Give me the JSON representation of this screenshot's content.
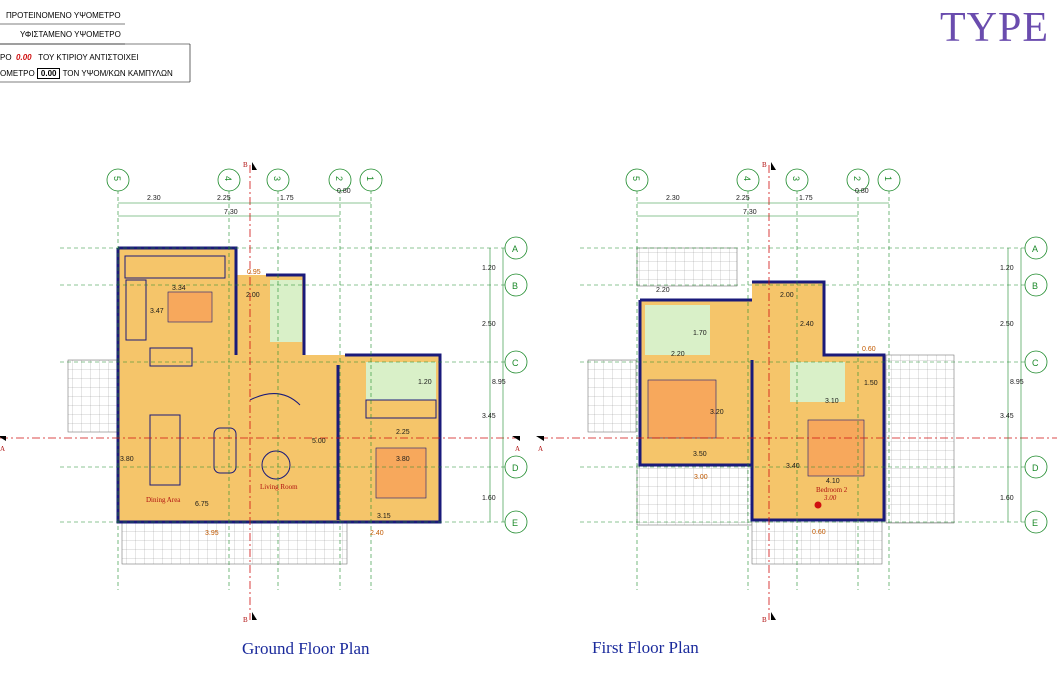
{
  "legend": {
    "line1": "ΠΡΟΤΕΙΝΟΜΕΝΟ ΥΨΟΜΕΤΡΟ",
    "line2": "ΥΦΙΣΤΑΜΕΝΟ ΥΨΟΜΕΤΡΟ",
    "line3_prefix": "ΡΟ",
    "line3_value": "0.00",
    "line3_suffix": "ΤΟΥ ΚΤΙΡΙΟΥ ΑΝΤΙΣΤΟΙΧΕΙ",
    "line4_prefix": "ΟΜΕΤΡΟ",
    "line4_value": "0.00",
    "line4_suffix": "ΤΟΝ ΥΨΟΜ/ΚΩΝ ΚΑΜΠΥΛΩΝ"
  },
  "header": {
    "type_label": "TYPE"
  },
  "ground_plan": {
    "title": "Ground Floor Plan",
    "grid_cols": [
      "5",
      "4",
      "3",
      "2",
      "1"
    ],
    "grid_rows": [
      "A",
      "B",
      "C",
      "D",
      "E"
    ],
    "top_dims": [
      "2.30",
      "2.25",
      "1.75",
      "0.80"
    ],
    "overall_dim": "7.30",
    "right_dims": [
      "1.20",
      "2.50",
      "3.45",
      "1.60"
    ],
    "right_total": "8.95",
    "section_marks": [
      "B",
      "B",
      "A",
      "A"
    ],
    "room_dims": [
      "3.34",
      "3.47",
      "2.00",
      "0.95",
      "5.00",
      "1.20",
      "2.25",
      "3.80",
      "3.80",
      "6.75",
      "3.15"
    ],
    "bottom_dims": [
      "3.95",
      "2.40"
    ],
    "rooms": [
      "Dining Area",
      "Living Room"
    ]
  },
  "first_plan": {
    "title": "First Floor Plan",
    "grid_cols": [
      "5",
      "4",
      "3",
      "2",
      "1"
    ],
    "grid_rows": [
      "A",
      "B",
      "C",
      "D",
      "E"
    ],
    "top_dims": [
      "2.30",
      "2.25",
      "1.75",
      "0.80"
    ],
    "overall_dim": "7.30",
    "right_dims": [
      "1.20",
      "2.50",
      "3.45",
      "1.60"
    ],
    "right_total": "8.95",
    "section_marks": [
      "B",
      "B",
      "A"
    ],
    "room_dims": [
      "2.20",
      "1.70",
      "2.20",
      "2.00",
      "2.40",
      "0.60",
      "1.50",
      "3.10",
      "3.20",
      "3.50",
      "3.40",
      "4.10"
    ],
    "bottom_dims": [
      "3.00",
      "0.60"
    ],
    "rooms": [
      "Bedroom 2"
    ],
    "level_mark": "3.00"
  },
  "colors": {
    "wall": "#1a1a7a",
    "floor": "#f5c56a",
    "grid": "#1c8a2a",
    "axis": "#d01010",
    "title": "#1a2a9c",
    "type": "#6a4cae"
  }
}
